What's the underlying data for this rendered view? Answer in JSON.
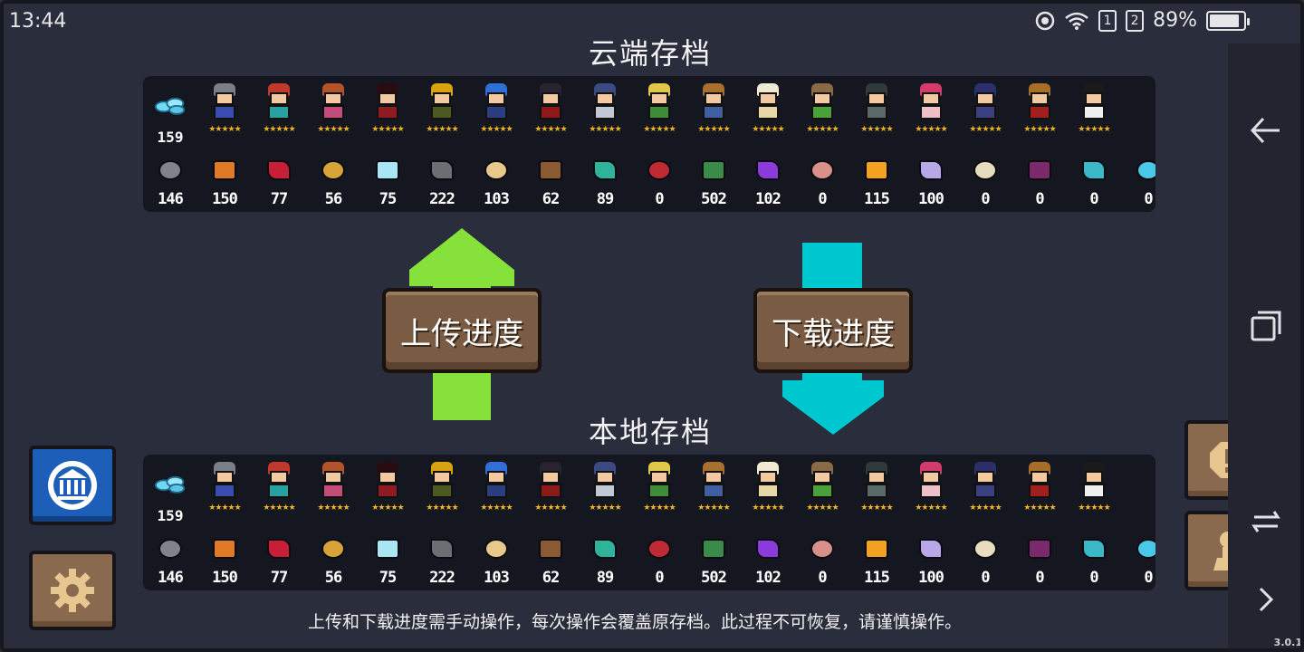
{
  "status_bar": {
    "time": "13:44",
    "sim1": "1",
    "sim2": "2",
    "battery_text": "89%",
    "battery_level": 0.89,
    "icons": [
      "do-not-disturb-icon",
      "wifi-icon",
      "sim-1-icon",
      "sim-2-icon",
      "battery-icon"
    ]
  },
  "cloud": {
    "title": "云端存档",
    "gems": "159",
    "heroes": [
      {
        "name": "knight",
        "hair": "#7a7e86",
        "body": "#3a4cb0",
        "stars": "★★★★★"
      },
      {
        "name": "rogue",
        "hair": "#c0392b",
        "body": "#2aa1a1",
        "stars": "★★★★★"
      },
      {
        "name": "witch",
        "hair": "#b5542a",
        "body": "#c24d7a",
        "stars": "★★★★★"
      },
      {
        "name": "assassin",
        "hair": "#2a0c10",
        "body": "#8e1a22",
        "stars": "★★★★★"
      },
      {
        "name": "engineer",
        "hair": "#d9a20f",
        "body": "#4c5a22",
        "stars": "★★★★★"
      },
      {
        "name": "robot",
        "hair": "#2f6fd6",
        "body": "#2b3f80",
        "stars": "★★★★★"
      },
      {
        "name": "vampire",
        "hair": "#2a2230",
        "body": "#8c1a1a",
        "stars": "★★★★★"
      },
      {
        "name": "paladin",
        "hair": "#3b4a80",
        "body": "#c2c8d6",
        "stars": "★★★★★"
      },
      {
        "name": "elf",
        "hair": "#e2c84a",
        "body": "#3f8c3a",
        "stars": "★★★★★"
      },
      {
        "name": "werewolf",
        "hair": "#a8702e",
        "body": "#3f5fa0",
        "stars": "★★★★★"
      },
      {
        "name": "priestess",
        "hair": "#f0ead2",
        "body": "#e8d8a8",
        "stars": "★★★★★"
      },
      {
        "name": "druid",
        "hair": "#8a6a44",
        "body": "#4aa03a",
        "stars": "★★★★★"
      },
      {
        "name": "berserker",
        "hair": "#303a3a",
        "body": "#5a6a6a",
        "stars": "★★★★★"
      },
      {
        "name": "alchemist",
        "hair": "#d33b6a",
        "body": "#f0c0c8",
        "stars": "★★★★★"
      },
      {
        "name": "necromancer",
        "hair": "#2b2f6a",
        "body": "#3a4080",
        "stars": "★★★★★"
      },
      {
        "name": "officer",
        "hair": "#a86e28",
        "body": "#a11f1f",
        "stars": "★★★★★"
      },
      {
        "name": "taoist",
        "hair": "#1a1a1a",
        "body": "#f0f0f0",
        "stars": "★★★★★"
      }
    ],
    "materials": [
      {
        "name": "ore-icon",
        "color": "#7f848c",
        "count": "146"
      },
      {
        "name": "fish-icon",
        "color": "#e07a26",
        "count": "150"
      },
      {
        "name": "red-leaf-icon",
        "color": "#c81e38",
        "count": "77"
      },
      {
        "name": "feather-icon",
        "color": "#d8a43a",
        "count": "56"
      },
      {
        "name": "crystal-icon",
        "color": "#a8e6f6",
        "count": "75"
      },
      {
        "name": "gear-part-icon",
        "color": "#6d6d74",
        "count": "222"
      },
      {
        "name": "wood-plank-icon",
        "color": "#e8c98a",
        "count": "103"
      },
      {
        "name": "hammer-icon",
        "color": "#8a5a32",
        "count": "62"
      },
      {
        "name": "green-leaf-icon",
        "color": "#2fb39a",
        "count": "89"
      },
      {
        "name": "device-icon",
        "color": "#c02a34",
        "count": "0"
      },
      {
        "name": "battery-part-icon",
        "color": "#3a8a4a",
        "count": "502"
      },
      {
        "name": "purple-shard-icon",
        "color": "#8c3adb",
        "count": "102"
      },
      {
        "name": "box-icon",
        "color": "#d9908a",
        "count": "0"
      },
      {
        "name": "flame-leaf-icon",
        "color": "#f2a21e",
        "count": "115"
      },
      {
        "name": "silver-star-icon",
        "color": "#b8a8e8",
        "count": "100"
      },
      {
        "name": "scroll-icon",
        "color": "#e8dcc0",
        "count": "0"
      },
      {
        "name": "book-icon",
        "color": "#7a2a6a",
        "count": "0"
      },
      {
        "name": "chip-icon",
        "color": "#3ab8c8",
        "count": "0"
      },
      {
        "name": "partial-item-icon",
        "color": "#4ac8e8",
        "count": "0"
      }
    ]
  },
  "local": {
    "title": "本地存档",
    "gems": "159"
  },
  "upload_label": "上传进度",
  "download_label": "下载进度",
  "notice": "上传和下载进度需手动操作，每次操作会覆盖原存档。此过程不可恢复，请谨慎操作。",
  "version": "3.0.1",
  "colors": {
    "upload_arrow": "#86e23a",
    "download_arrow": "#00c8d0",
    "wood": "#7a5c44",
    "panel": "#151720",
    "background": "#2a2d3b"
  }
}
